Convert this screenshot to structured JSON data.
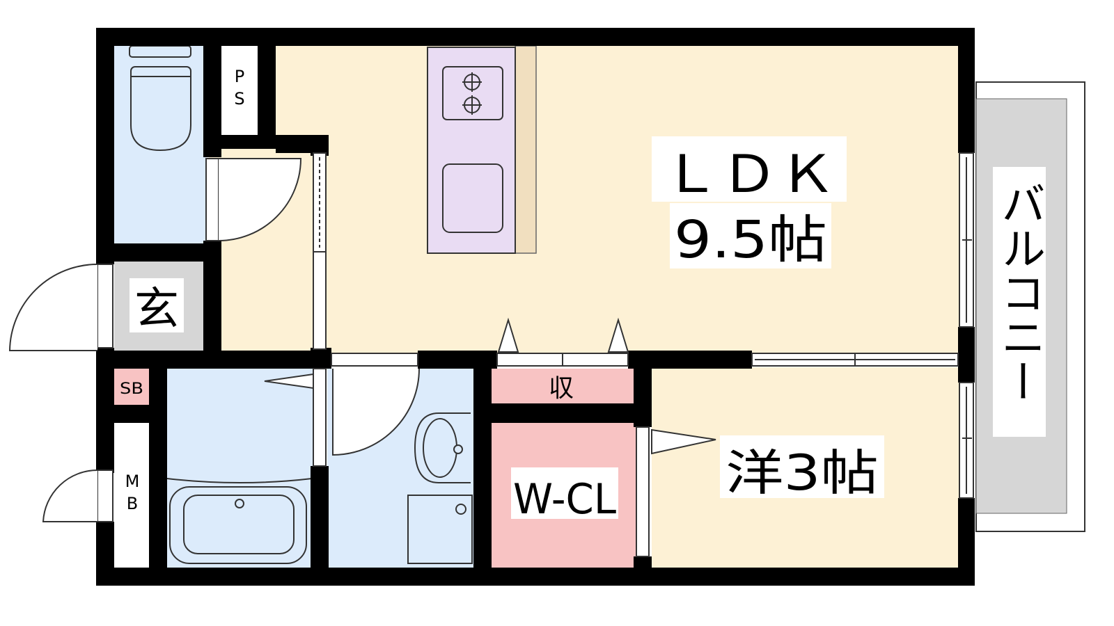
{
  "rooms": {
    "ldk_name": "ＬＤＫ",
    "ldk_size": "9.5帖",
    "western_room": "洋3帖",
    "walk_in_closet": "W-CL",
    "storage": "収",
    "entrance": "玄",
    "balcony": "バルコニー",
    "pipe_space": [
      "P",
      "S"
    ],
    "meter_box": [
      "M",
      "B"
    ],
    "shoe_box": "SB"
  },
  "colors": {
    "wall": "#000000",
    "living_floor": "#fdf1d5",
    "wet_area": "#dcebfb",
    "closet": "#f8c3c3",
    "kitchen_counter": "#e9dcf3",
    "kitchen_side": "#f1dfbf",
    "entrance_floor": "#d6d6d6",
    "balcony_floor": "#d6d6d6"
  }
}
